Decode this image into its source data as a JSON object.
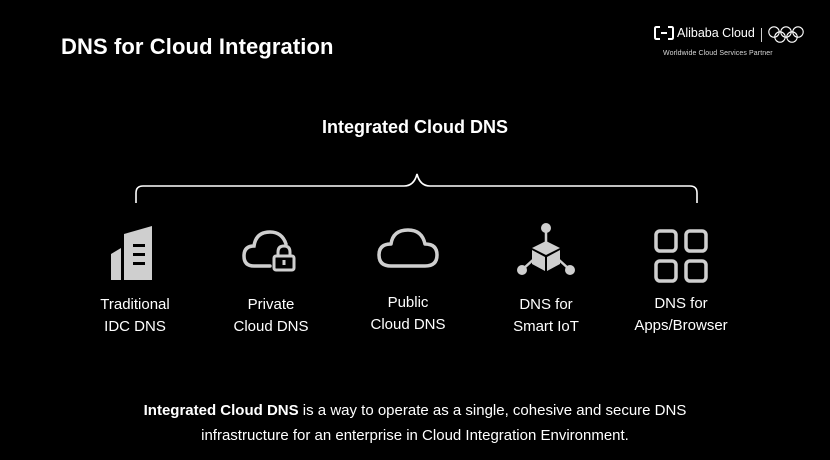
{
  "slide": {
    "title": "DNS for Cloud Integration"
  },
  "logo": {
    "brand": "Alibaba Cloud",
    "tagline": "Worldwide Cloud Services Partner",
    "brand_icon": "alibaba-cloud-icon",
    "rings_icon": "olympic-rings-icon"
  },
  "heading": "Integrated Cloud DNS",
  "items": [
    {
      "line1": "Traditional",
      "line2": "IDC DNS",
      "icon": "building-icon"
    },
    {
      "line1": "Private",
      "line2": "Cloud DNS",
      "icon": "cloud-lock-icon"
    },
    {
      "line1": "Public",
      "line2": "Cloud DNS",
      "icon": "cloud-icon"
    },
    {
      "line1": "DNS for",
      "line2": "Smart IoT",
      "icon": "iot-cube-icon"
    },
    {
      "line1": "DNS for",
      "line2": "Apps/Browser",
      "icon": "app-grid-icon"
    }
  ],
  "description": {
    "bold": "Integrated Cloud DNS",
    "rest_line1": " is a way to operate as a single, cohesive and secure DNS",
    "line2": "infrastructure for an enterprise in Cloud Integration Environment."
  },
  "colors": {
    "background": "#000000",
    "text": "#ffffff",
    "icon": "#cfcfcf"
  }
}
